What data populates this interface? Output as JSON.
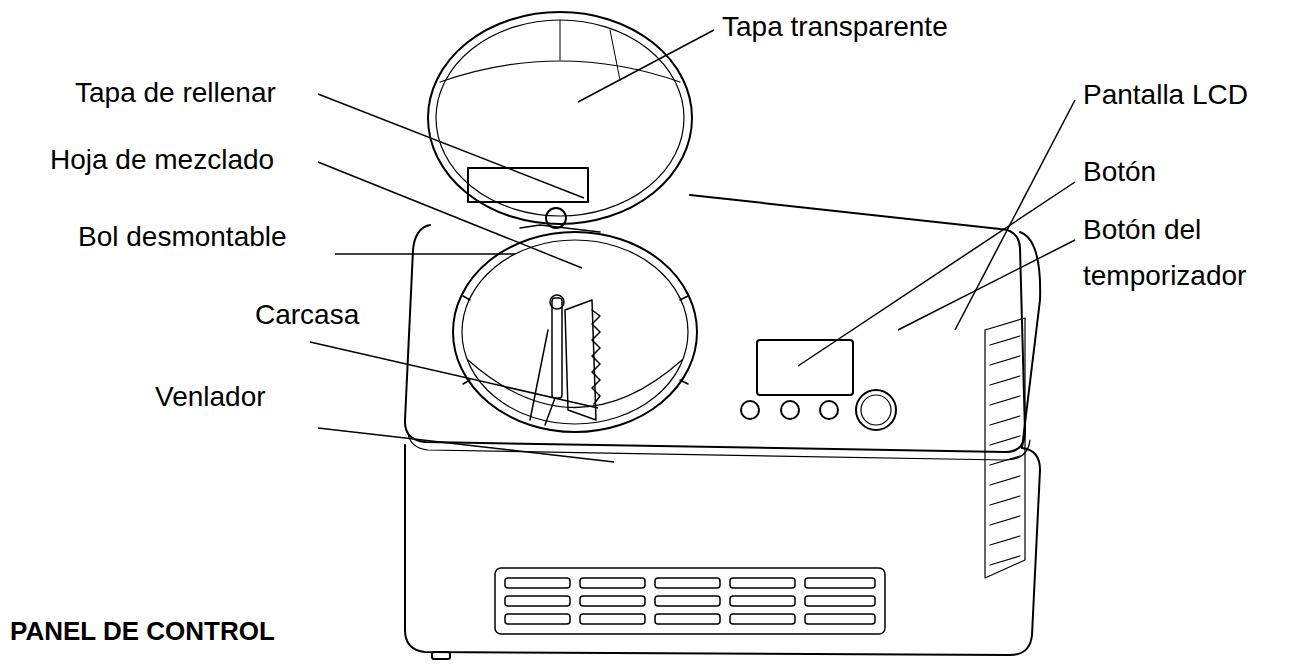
{
  "diagram": {
    "labels": [
      "Tapa transparente",
      "Tapa de rellenar",
      "Hoja de mezclado",
      "Bol desmontable",
      "Carcasa",
      "Venlador",
      "Pantalla LCD",
      "Botón",
      "Botón del temporizador",
      "PANEL DE CONTROL"
    ]
  }
}
